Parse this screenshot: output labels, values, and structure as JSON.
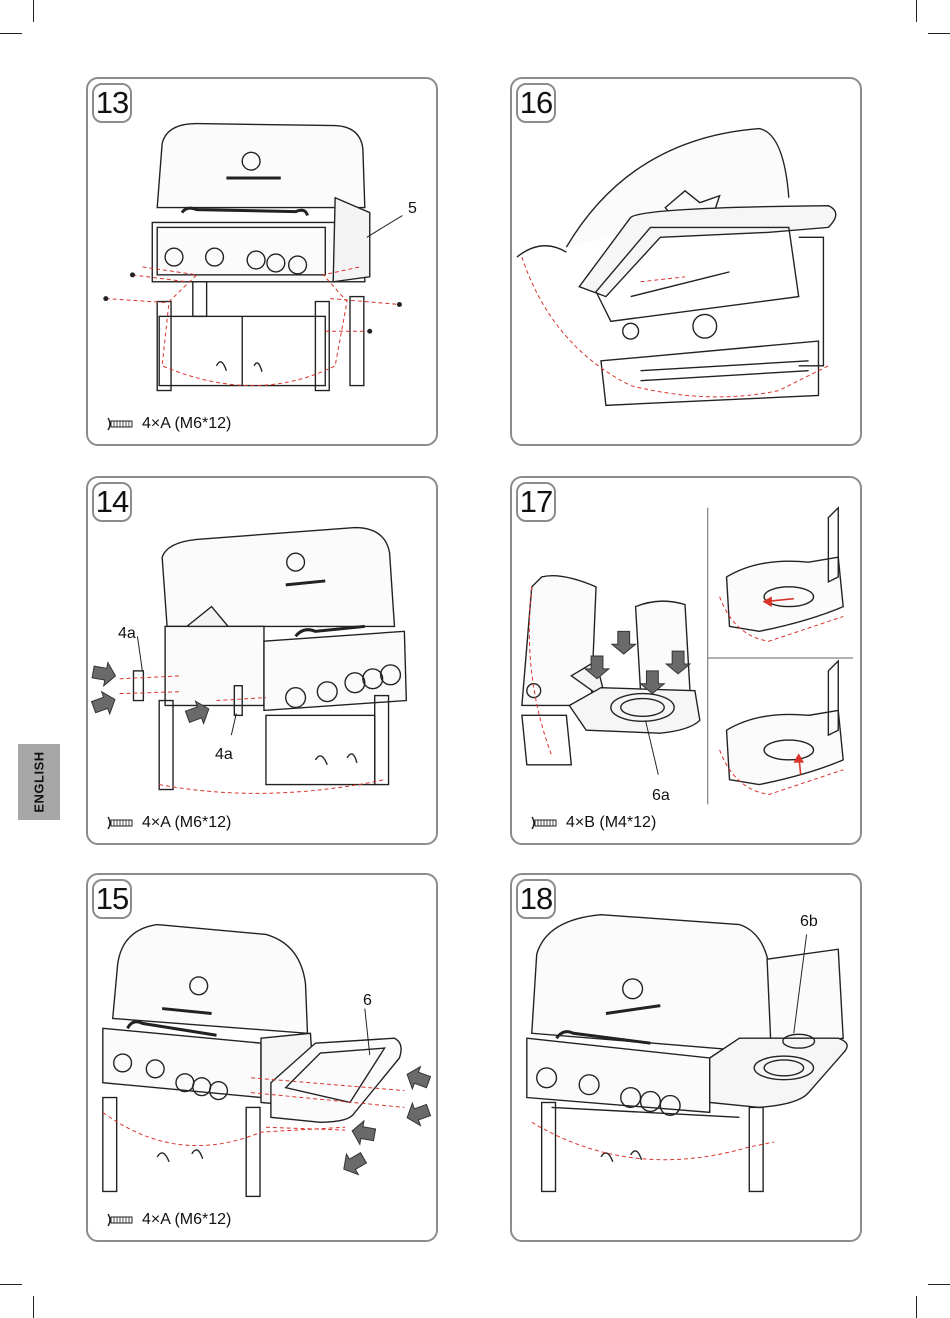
{
  "side_tab": "ENGLISH",
  "panels": [
    {
      "step": "13",
      "labels": [
        "5"
      ],
      "caption": "4×A (M6*12)"
    },
    {
      "step": "16",
      "labels": [],
      "caption": ""
    },
    {
      "step": "14",
      "labels": [
        "4a",
        "4a"
      ],
      "caption": "4×A (M6*12)"
    },
    {
      "step": "17",
      "labels": [
        "6a"
      ],
      "caption": "4×B (M4*12)"
    },
    {
      "step": "15",
      "labels": [
        "6"
      ],
      "caption": "4×A (M6*12)"
    },
    {
      "step": "18",
      "labels": [
        "6b"
      ],
      "caption": ""
    }
  ],
  "icons": [
    "screw-icon",
    "arrow-icon",
    "grill-illustration"
  ],
  "colors": {
    "frame": "#8c8c8c",
    "dashed_detail": "#d9342b",
    "tab": "#a7a7a7"
  }
}
